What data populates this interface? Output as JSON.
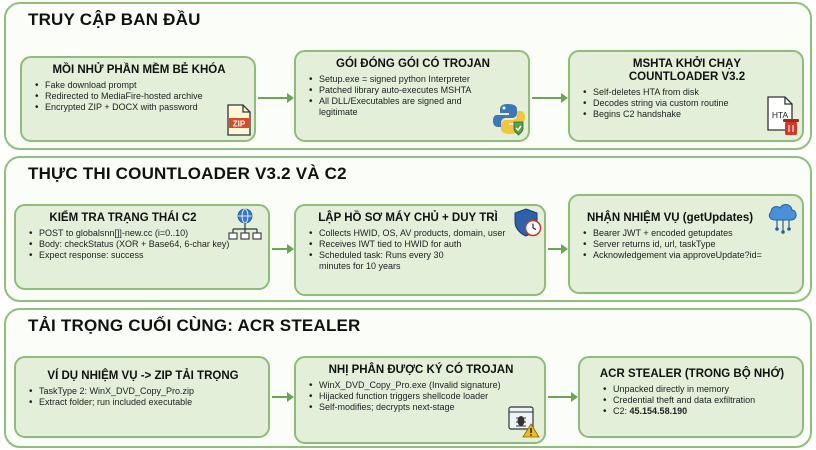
{
  "sections": [
    {
      "title": "TRUY CẬP BAN ĐẦU",
      "cards": [
        {
          "title": "MỒI NHỬ PHẦN MỀM BẺ KHÓA",
          "items": [
            "Fake download prompt",
            "Redirected to MediaFire-hosted archive",
            "Encrypted ZIP + DOCX with password"
          ]
        },
        {
          "title": "GÓI ĐÓNG GÓI CÓ TROJAN",
          "items": [
            "Setup.exe = signed python Interpreter",
            "Patched library auto-executes MSHTA",
            "All DLL/Executables are signed and legitimate"
          ]
        },
        {
          "title": "MSHTA KHỞI CHẠY COUNTLOADER V3.2",
          "items": [
            "Self-deletes HTA from disk",
            "Decodes string via custom routine",
            "Begins C2 handshake"
          ]
        }
      ]
    },
    {
      "title": "THỰC THI COUNTLOADER V3.2 VÀ C2",
      "cards": [
        {
          "title": "KIỂM TRA TRẠNG THÁI C2",
          "items": [
            "POST to globalsnn[]]-new.cc (i=0..10)",
            "Body: checkStatus (XOR + Base64, 6-char key)",
            "Expect response: success"
          ]
        },
        {
          "title": "LẬP HỒ SƠ MÁY CHỦ + DUY TRÌ",
          "items": [
            "Collects HWID, OS, AV products, domain, user",
            "Receives IWT tied to HWID for auth",
            "Scheduled task: Runs every 30 minutes for 10 years"
          ]
        },
        {
          "title": "NHẬN NHIỆM VỤ (getUpdates)",
          "items": [
            "Bearer JWT + encoded getupdates",
            "Server returns id, url, taskType",
            "Acknowledgement via approveUpdate?id="
          ]
        }
      ]
    },
    {
      "title": "TẢI TRỌNG CUỐI CÙNG: ACR STEALER",
      "cards": [
        {
          "title": "VÍ DỤ NHIỆM VỤ -> ZIP TẢI TRỌNG",
          "items": [
            "TaskType 2: WinX_DVD_Copy_Pro.zip",
            "Extract folder; run included executable"
          ]
        },
        {
          "title": "NHỊ PHÂN ĐƯỢC KÝ CÓ TROJAN",
          "items": [
            "WinX_DVD_Copy_Pro.exe (Invalid signature)",
            "Hijacked function triggers shellcode loader",
            "Self-modifies; decrypts next-stage"
          ]
        },
        {
          "title": "ACR STEALER (TRONG BỘ NHỚ)",
          "items": [
            "Unpacked directly in memory",
            "Credential theft and data exfiltration"
          ],
          "c2_label": "C2:",
          "c2_value": "45.154.58.190"
        }
      ]
    }
  ],
  "icon_labels": {
    "zip": "ZIP",
    "hta": "HTA"
  },
  "colors": {
    "border": "#8dbd78",
    "card_bg": "#e4efda",
    "arrow": "#6aa653"
  }
}
